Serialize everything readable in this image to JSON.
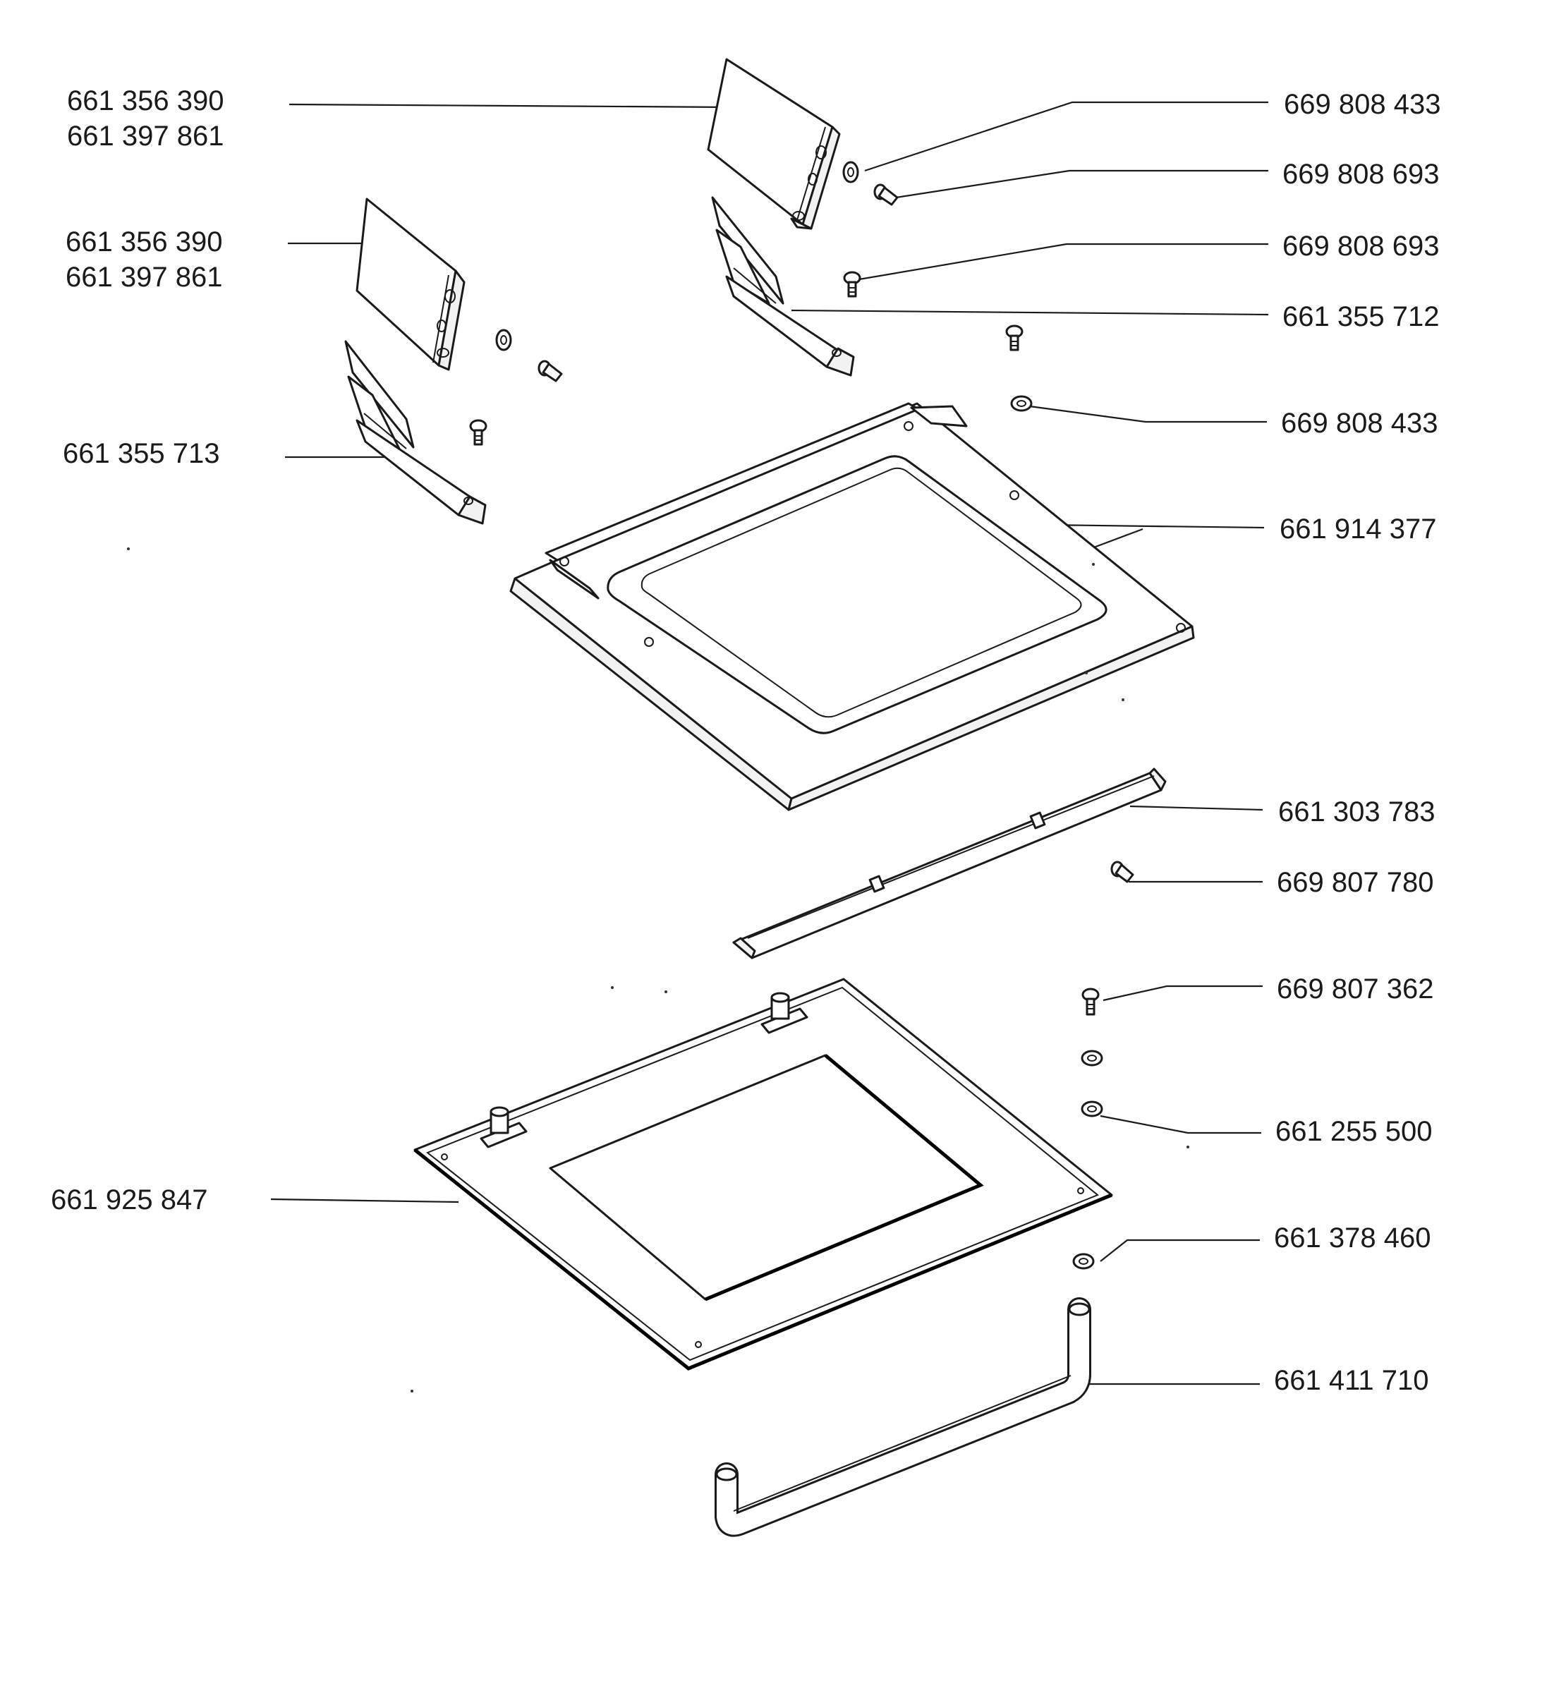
{
  "labels": {
    "hinge_cover_left_top_a": "661 356 390",
    "hinge_cover_left_top_b": "661 397 861",
    "hinge_cover_left_mid_a": "661 356 390",
    "hinge_cover_left_mid_b": "661 397 861",
    "hinge_left": "661 355 713",
    "washer_top_right": "669 808 433",
    "screw_right_1": "669 808 693",
    "screw_right_2": "669 808 693",
    "hinge_right": "661 355 712",
    "washer_right_2": "669 808 433",
    "inner_door_panel": "661 914 377",
    "door_strip": "661 303 783",
    "screw_strip": "669 807 780",
    "screw_lower": "669 807 362",
    "washer_lower": "661 255 500",
    "outer_door_glass": "661 925 847",
    "washer_handle": "661 378 460",
    "handle": "661 411 710"
  }
}
